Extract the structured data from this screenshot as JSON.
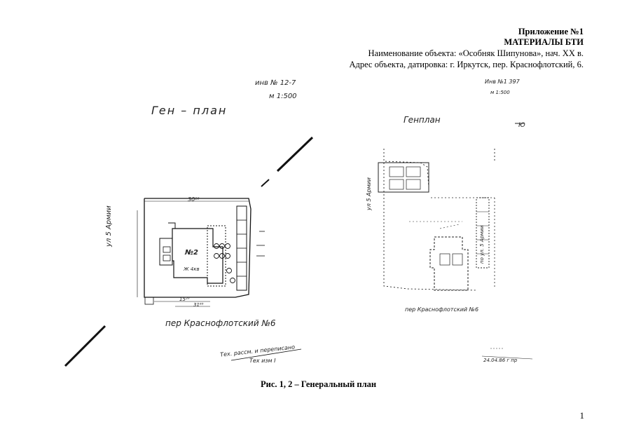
{
  "header": {
    "appendix": "Приложение №1",
    "materials": "МАТЕРИАЛЫ БТИ",
    "object_name": "Наименование  объекта: «Особняк Шипунова», нач. ХХ в.",
    "address": "Адрес объекта, датировка:  г. Иркутск, пер. Краснофлотский, 6."
  },
  "left_plan": {
    "inv": "инв № 12-7",
    "scale": "м 1:500",
    "title": "Ген – план",
    "street_left": "ул 5 Армии",
    "street_bottom": "пер  Краснофлотский  №6",
    "dim_top": "30²⁰",
    "dim_bottom_1": "15²⁰",
    "dim_bottom_2": "31⁶⁵",
    "house_label": "№2",
    "house_sub": "Ж 4кв",
    "stamp_1": "Тех. рассм. и переписано",
    "stamp_2": "Тех  изм  I"
  },
  "right_plan": {
    "inv": "Инв №1 397",
    "scale": "м 1:500",
    "title": "Генплан",
    "north": "Ю",
    "street_left": "ул 5 Армии",
    "street_right": "по ул. 5 Армии",
    "street_bottom": "пер  Краснофлотский  №6",
    "stamp": "24.04.86 г пр"
  },
  "caption": "Рис. 1, 2 – Генеральный план",
  "page_number": "1"
}
